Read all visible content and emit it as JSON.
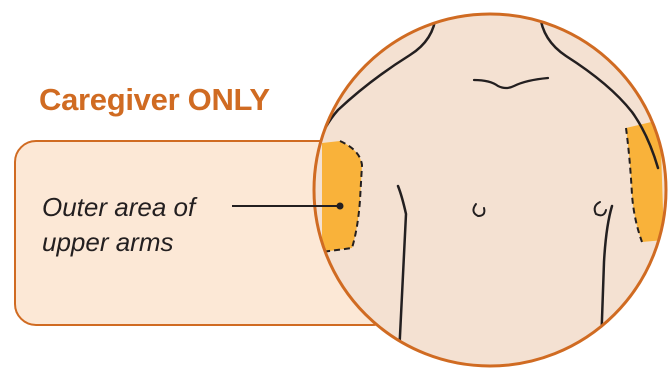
{
  "heading": "Caregiver ONLY",
  "label_lines": [
    "Outer area of",
    "upper arms"
  ],
  "colors": {
    "accent": "#D06B22",
    "box_fill": "#FCE8D6",
    "skin": "#F4E1D2",
    "highlight": "#F9B23A",
    "line": "#231F20"
  }
}
